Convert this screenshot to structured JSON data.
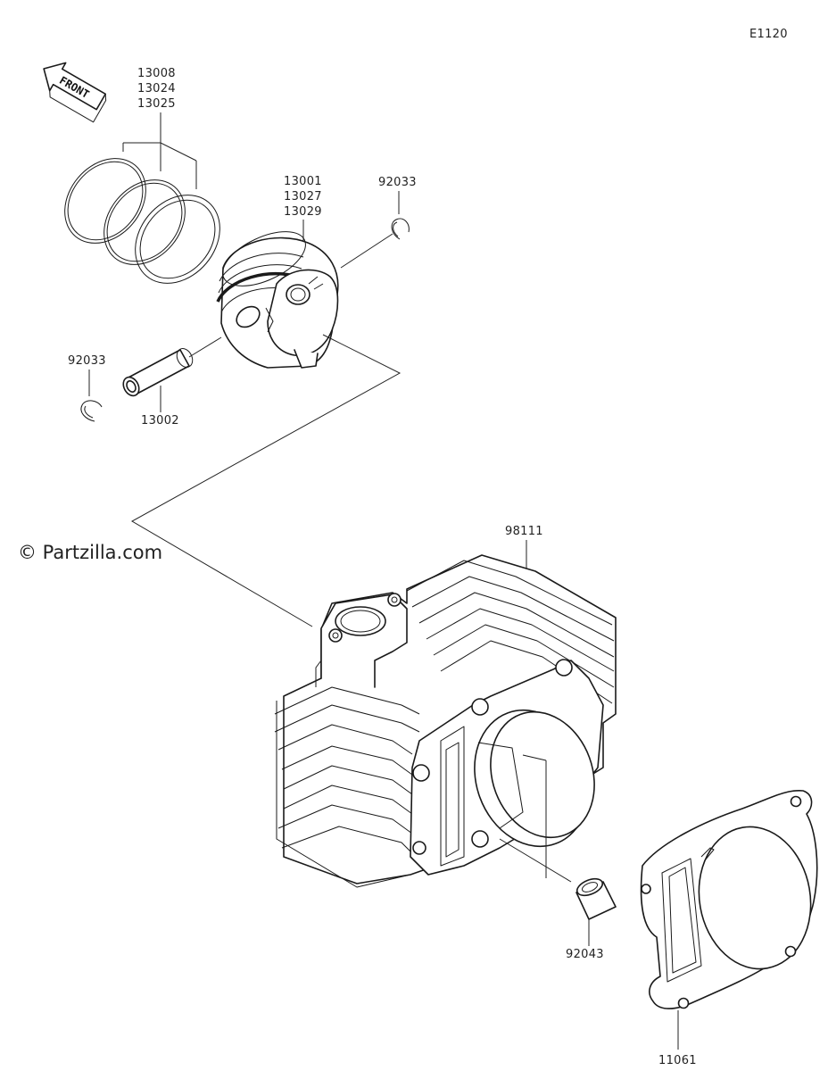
{
  "diagram_code": "E1120",
  "watermark": "© Partzilla.com",
  "front_label": "FRONT",
  "callouts": {
    "rings": [
      "13008",
      "13024",
      "13025"
    ],
    "piston": [
      "13001",
      "13027",
      "13029"
    ],
    "clip_right": "92033",
    "clip_left": "92033",
    "pin": "13002",
    "cylinder": "98111",
    "dowel": "92043",
    "gasket": "11061"
  }
}
